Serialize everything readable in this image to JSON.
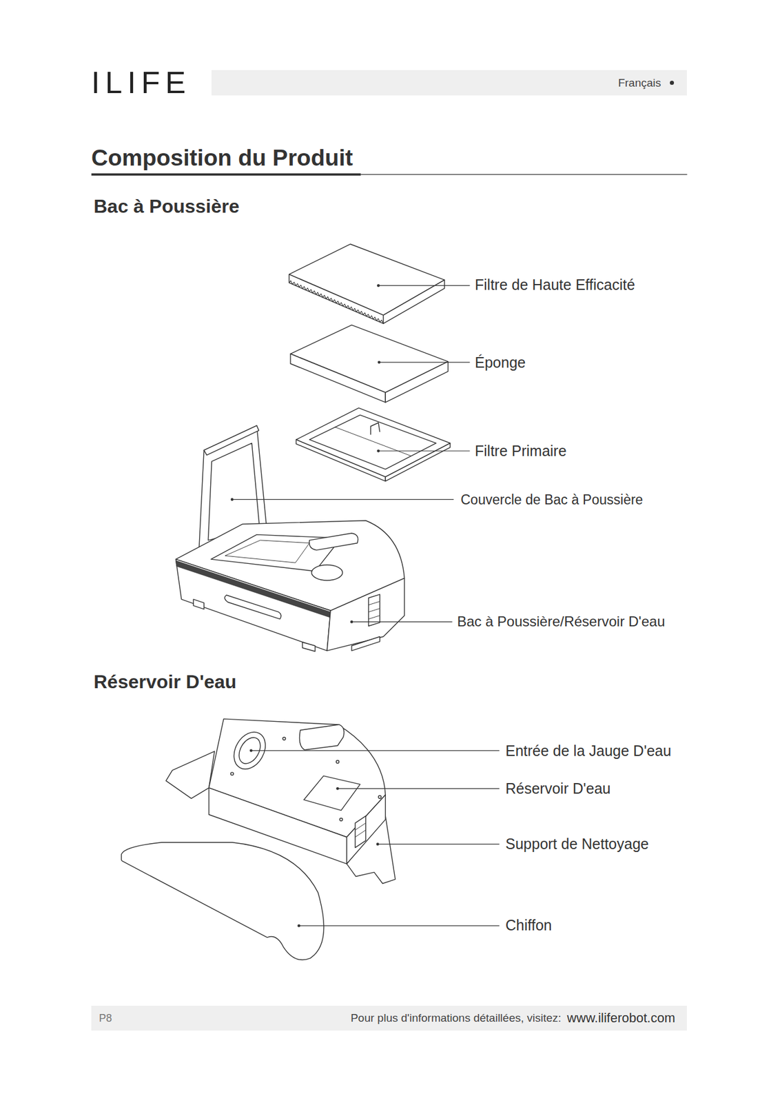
{
  "diagram": {
    "title": "Composition du Produit",
    "nodes": [
      {
        "text": [
          "Français"
        ]
      },
      {
        "text": [
          "P8",
          "Pour plus d'informations détaillées, visitez:",
          "www.iliferobot.com"
        ]
      }
    ],
    "labels": [
      "ILIFE",
      "Bac à Poussière",
      "Filtre de Haute Efficacité",
      "Éponge",
      "Filtre Primaire",
      "Couvercle de Bac à Poussière",
      "Bac à Poussière/Réservoir D'eau",
      "Réservoir D'eau",
      "Entrée de la Jauge D'eau",
      "Réservoir D'eau",
      "Support de Nettoyage",
      "Chiffon"
    ]
  }
}
